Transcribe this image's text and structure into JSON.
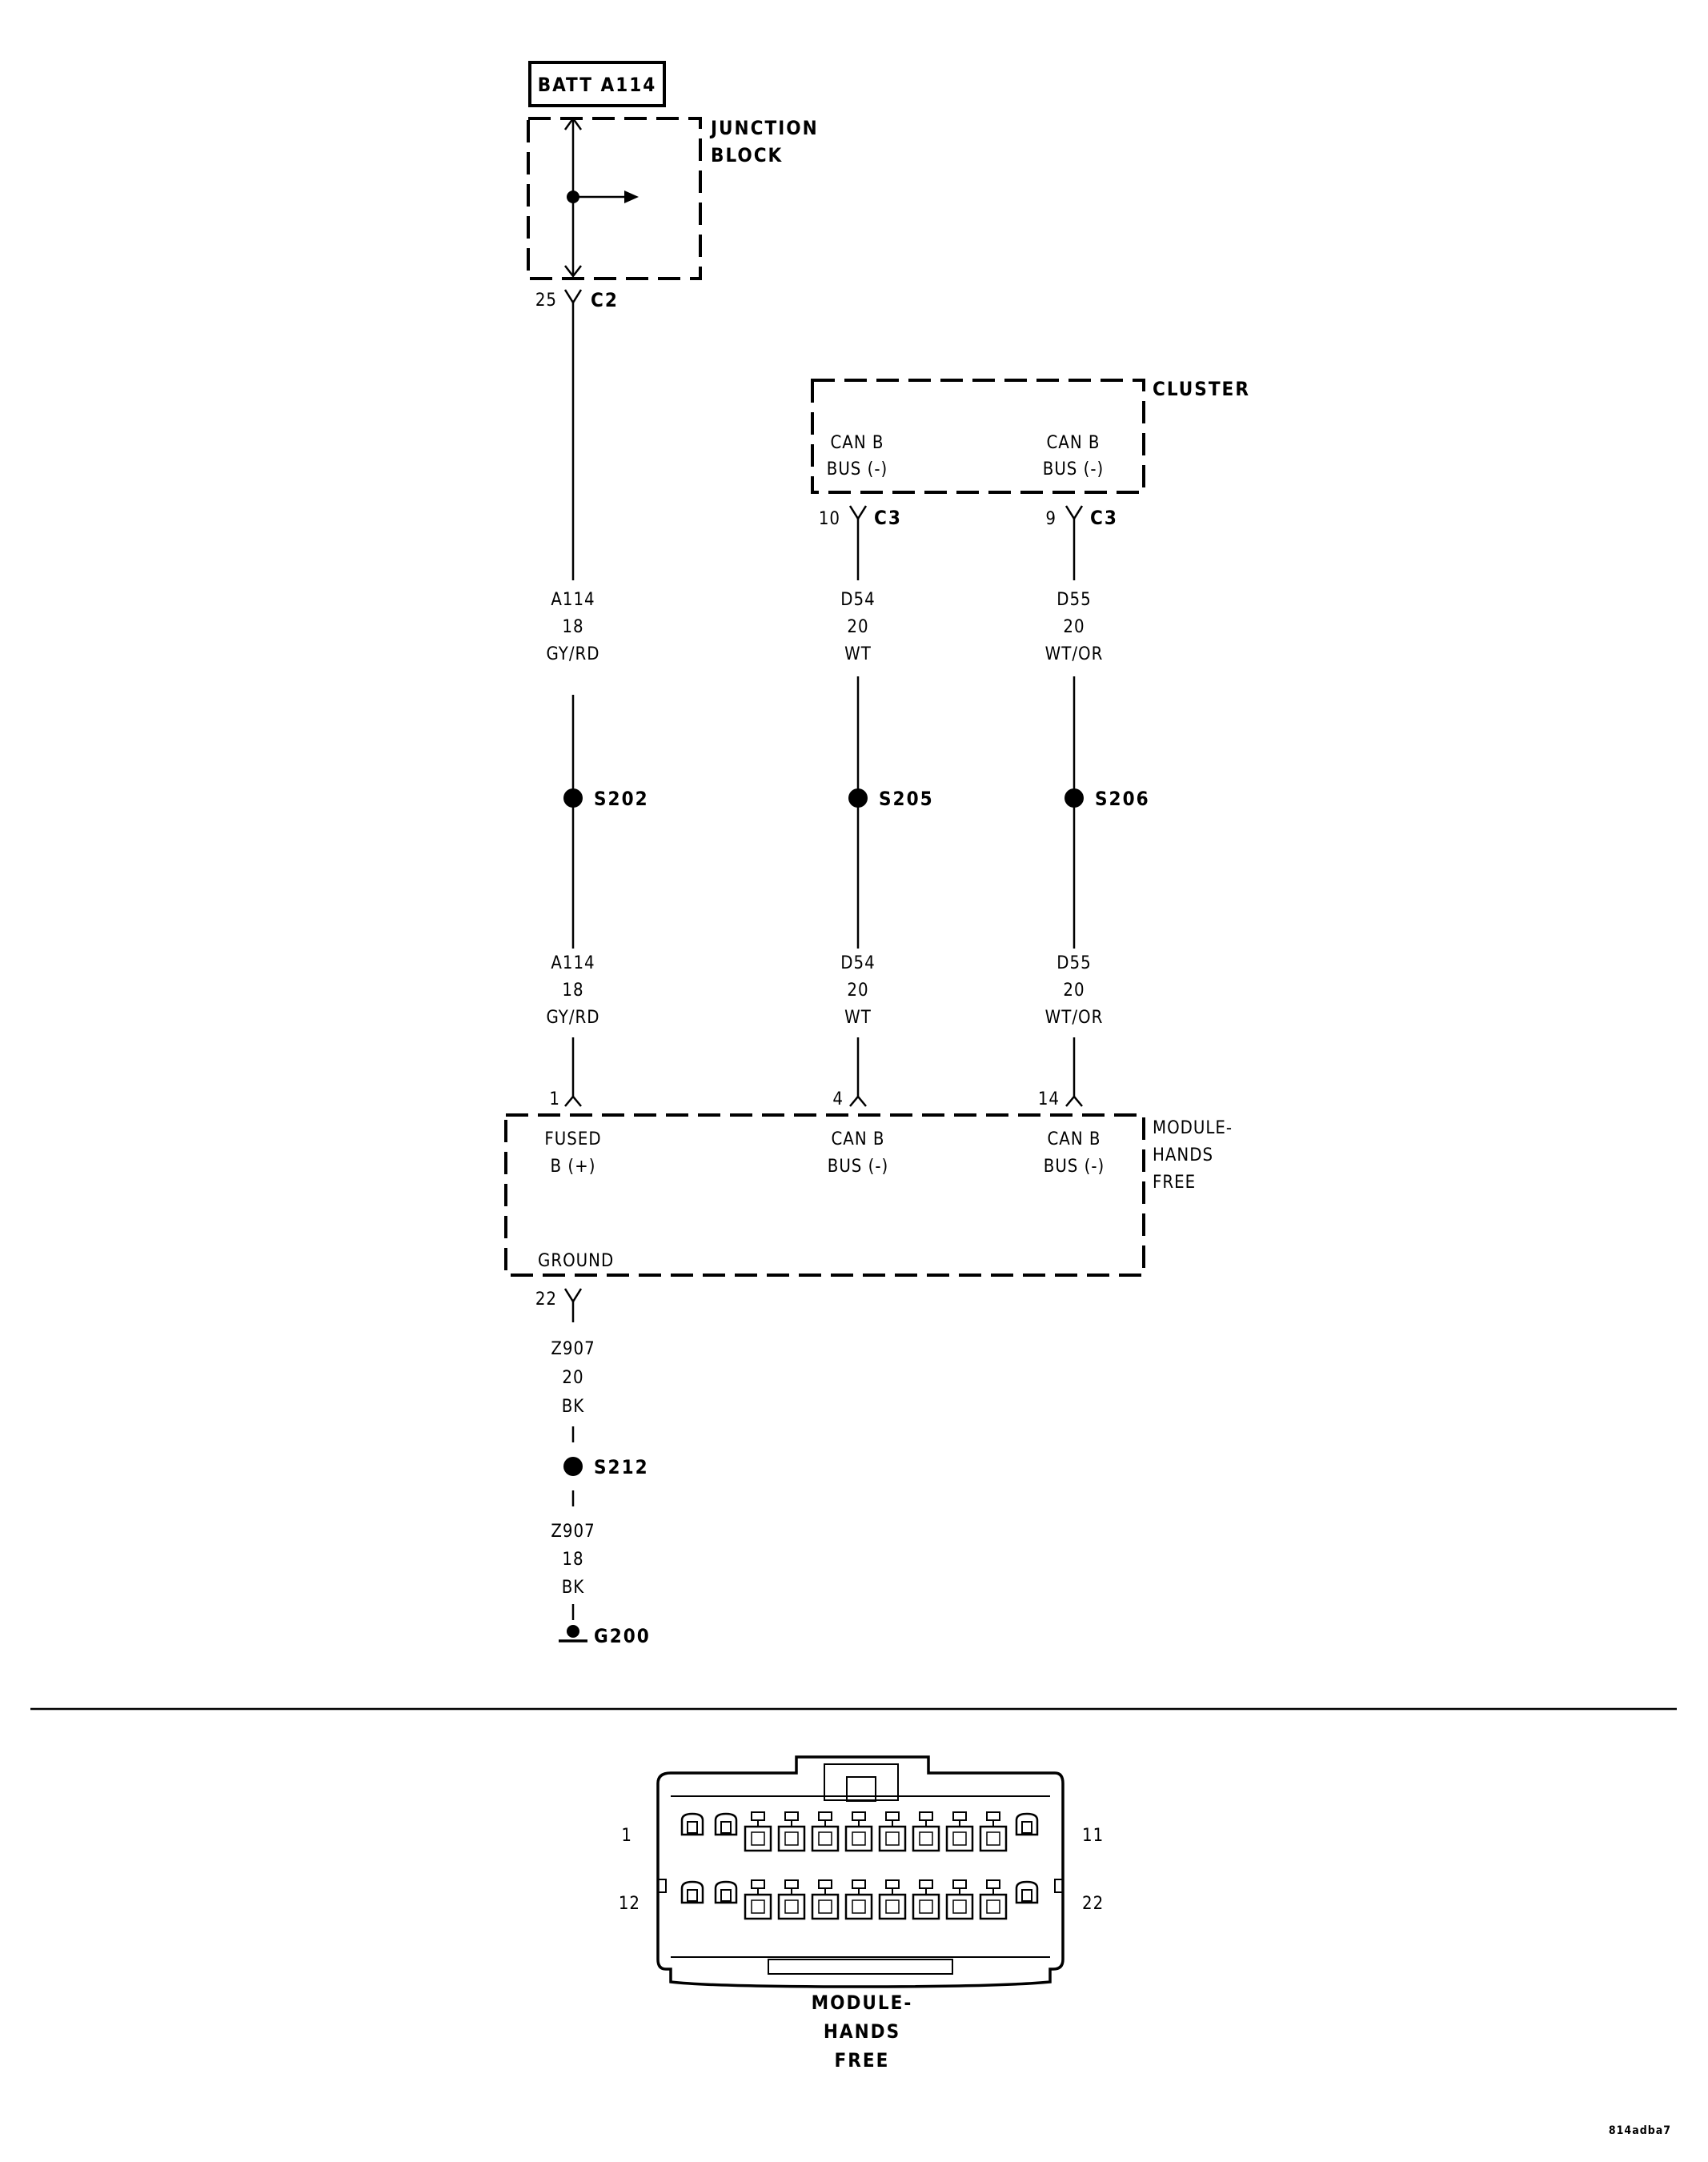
{
  "batt_label": "BATT A114",
  "junction_block": [
    "JUNCTION",
    "BLOCK"
  ],
  "cluster": {
    "title": "CLUSTER",
    "pins": [
      {
        "line1": "CAN B",
        "line2": "BUS (-)",
        "pin": "10",
        "connector": "C3"
      },
      {
        "line1": "CAN B",
        "line2": "BUS (-)",
        "pin": "9",
        "connector": "C3"
      }
    ]
  },
  "jb_pin": {
    "pin": "25",
    "connector": "C2"
  },
  "wires": {
    "a114_top": [
      "A114",
      "18",
      "GY/RD"
    ],
    "d54_top": [
      "D54",
      "20",
      "WT"
    ],
    "d55_top": [
      "D55",
      "20",
      "WT/OR"
    ],
    "a114_bot": [
      "A114",
      "18",
      "GY/RD"
    ],
    "d54_bot": [
      "D54",
      "20",
      "WT"
    ],
    "d55_bot": [
      "D55",
      "20",
      "WT/OR"
    ],
    "z907_top": [
      "Z907",
      "20",
      "BK"
    ],
    "z907_bot": [
      "Z907",
      "18",
      "BK"
    ]
  },
  "splices": {
    "s202": "S202",
    "s205": "S205",
    "s206": "S206",
    "s212": "S212"
  },
  "ground": "G200",
  "module": {
    "title": [
      "MODULE-",
      "HANDS",
      "FREE"
    ],
    "pins": [
      {
        "pin": "1",
        "line1": "FUSED",
        "line2": "B (+)"
      },
      {
        "pin": "4",
        "line1": "CAN B",
        "line2": "BUS (-)"
      },
      {
        "pin": "14",
        "line1": "CAN B",
        "line2": "BUS (-)"
      }
    ],
    "ground_label": "GROUND",
    "ground_pin": "22"
  },
  "connector_view": {
    "pin_numbers": {
      "top_left": "1",
      "top_right": "11",
      "bottom_left": "12",
      "bottom_right": "22"
    },
    "caption": [
      "MODULE-",
      "HANDS",
      "FREE"
    ]
  },
  "doc_id": "814adba7"
}
